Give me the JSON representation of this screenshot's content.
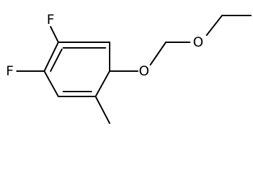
{
  "atoms": {
    "fluorine_top": "F",
    "fluorine_left": "F",
    "oxygen_ether": "O",
    "oxygen_chain": "O"
  },
  "colors": {
    "bond": "#000000",
    "label": "#000000",
    "background": "#ffffff"
  }
}
